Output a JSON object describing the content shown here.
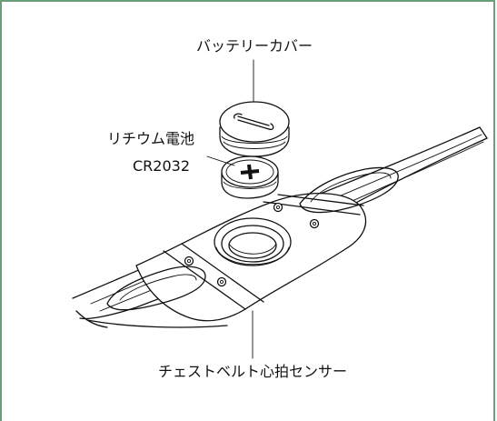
{
  "labels": {
    "battery_cover": "バッテリーカバー",
    "lithium_battery": "リチウム電池",
    "battery_model": "CR2032",
    "sensor": "チェストベルト心拍センサー"
  },
  "colors": {
    "frame_border": "#6a9e79",
    "line": "#111111",
    "background": "#ffffff"
  },
  "icons": {
    "battery_polarity": "plus-icon"
  }
}
